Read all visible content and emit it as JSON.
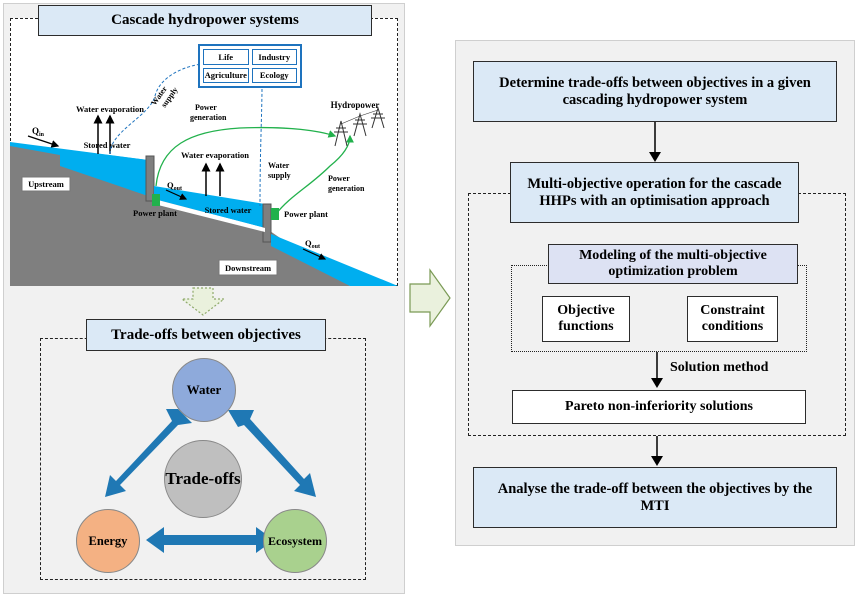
{
  "left": {
    "system_title": "Cascade hydropower systems",
    "uses": [
      "Life",
      "Industry",
      "Agriculture",
      "Ecology"
    ],
    "labels": {
      "water_supply_1": "Water\nsupply",
      "water_evap_1": "Water evaporation",
      "power_gen_1": "Power\ngeneration",
      "hydropower": "Hydropower",
      "q_in": "Qin",
      "stored_water_1": "Stored water",
      "upstream": "Upstream",
      "water_evap_2": "Water evaporation",
      "water_supply_2": "Water\nsupply",
      "q_out_1": "Qout",
      "power_plant_1": "Power plant",
      "stored_water_2": "Stored water",
      "power_plant_2": "Power plant",
      "power_gen_2": "Power\ngeneration",
      "q_out_2": "Qout",
      "downstream": "Downstream"
    },
    "tradeoffs_title": "Trade-offs between objectives",
    "circles": {
      "water": "Water",
      "energy": "Energy",
      "ecosystem": "Ecosystem",
      "center": "Trade-offs"
    },
    "colors": {
      "water_fill": "#00aeef",
      "ground_fill": "#7f7f7f",
      "water_circle": "#8eaadb",
      "energy_circle": "#f4b183",
      "ecosystem_circle": "#a9d18e",
      "center_circle": "#bfbfbf",
      "arrow_blue": "#1f78b4"
    }
  },
  "right": {
    "step1": "Determine trade-offs between objectives in a given cascading hydropower system",
    "step2": "Multi-objective operation for the cascade HHPs with an optimisation approach",
    "modeling": "Modeling  of the multi-objective optimization problem",
    "objective": "Objective functions",
    "constraint": "Constraint conditions",
    "solution_method": "Solution method",
    "pareto": "Pareto non-inferiority solutions",
    "step3": "Analyse the trade-off between the objectives by the MTI"
  }
}
